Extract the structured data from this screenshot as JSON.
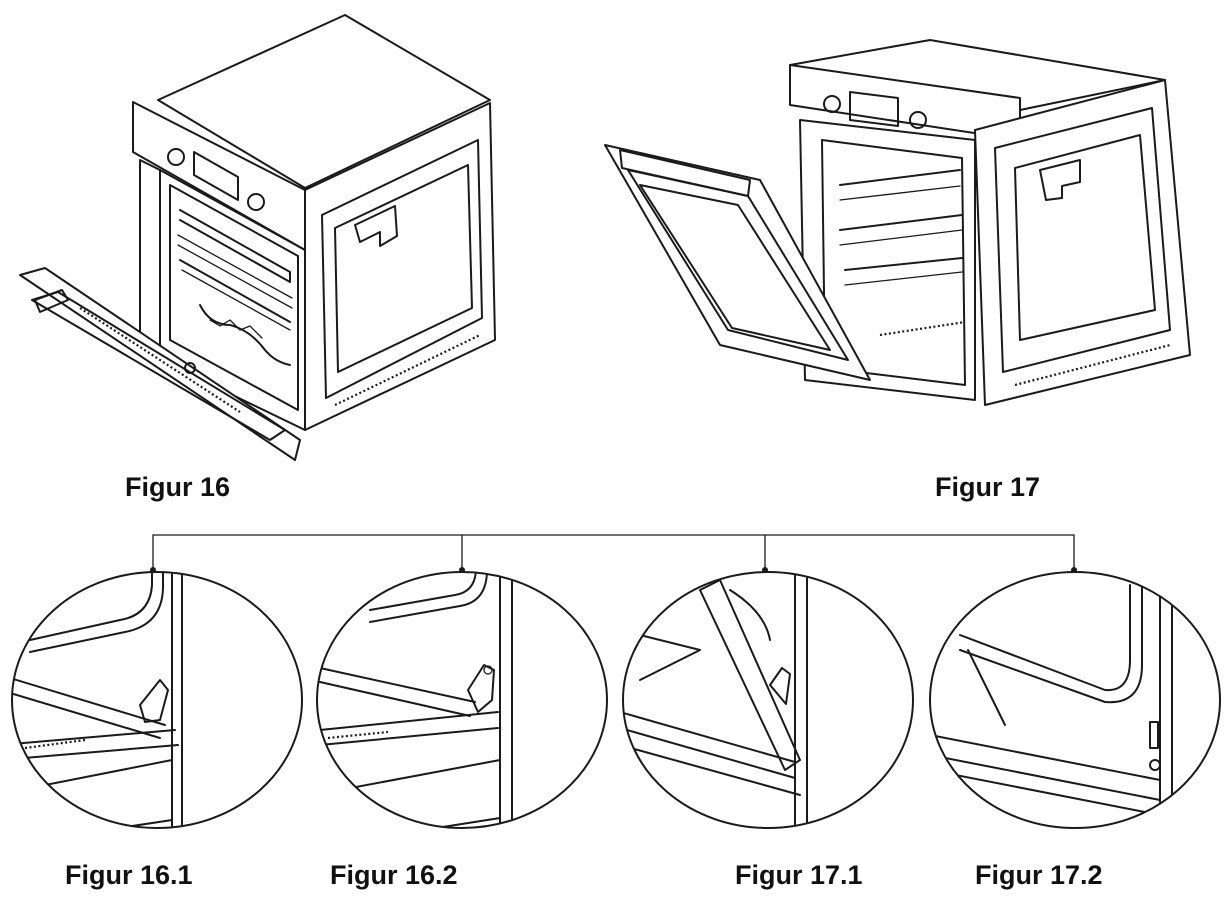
{
  "figures": {
    "fig16": {
      "label": "Figur 16",
      "depicts": "oven-door-fully-open"
    },
    "fig17": {
      "label": "Figur 17",
      "depicts": "oven-door-half-open"
    },
    "fig16_1": {
      "label": "Figur 16.1",
      "depicts": "hinge-detail-open"
    },
    "fig16_2": {
      "label": "Figur 16.2",
      "depicts": "hinge-detail-open-lever"
    },
    "fig17_1": {
      "label": "Figur 17.1",
      "depicts": "hinge-detail-tilted-door"
    },
    "fig17_2": {
      "label": "Figur 17.2",
      "depicts": "hinge-detail-door-removed"
    }
  },
  "colors": {
    "line": "#1a1a1a",
    "background": "#ffffff",
    "caption": "#111111"
  }
}
